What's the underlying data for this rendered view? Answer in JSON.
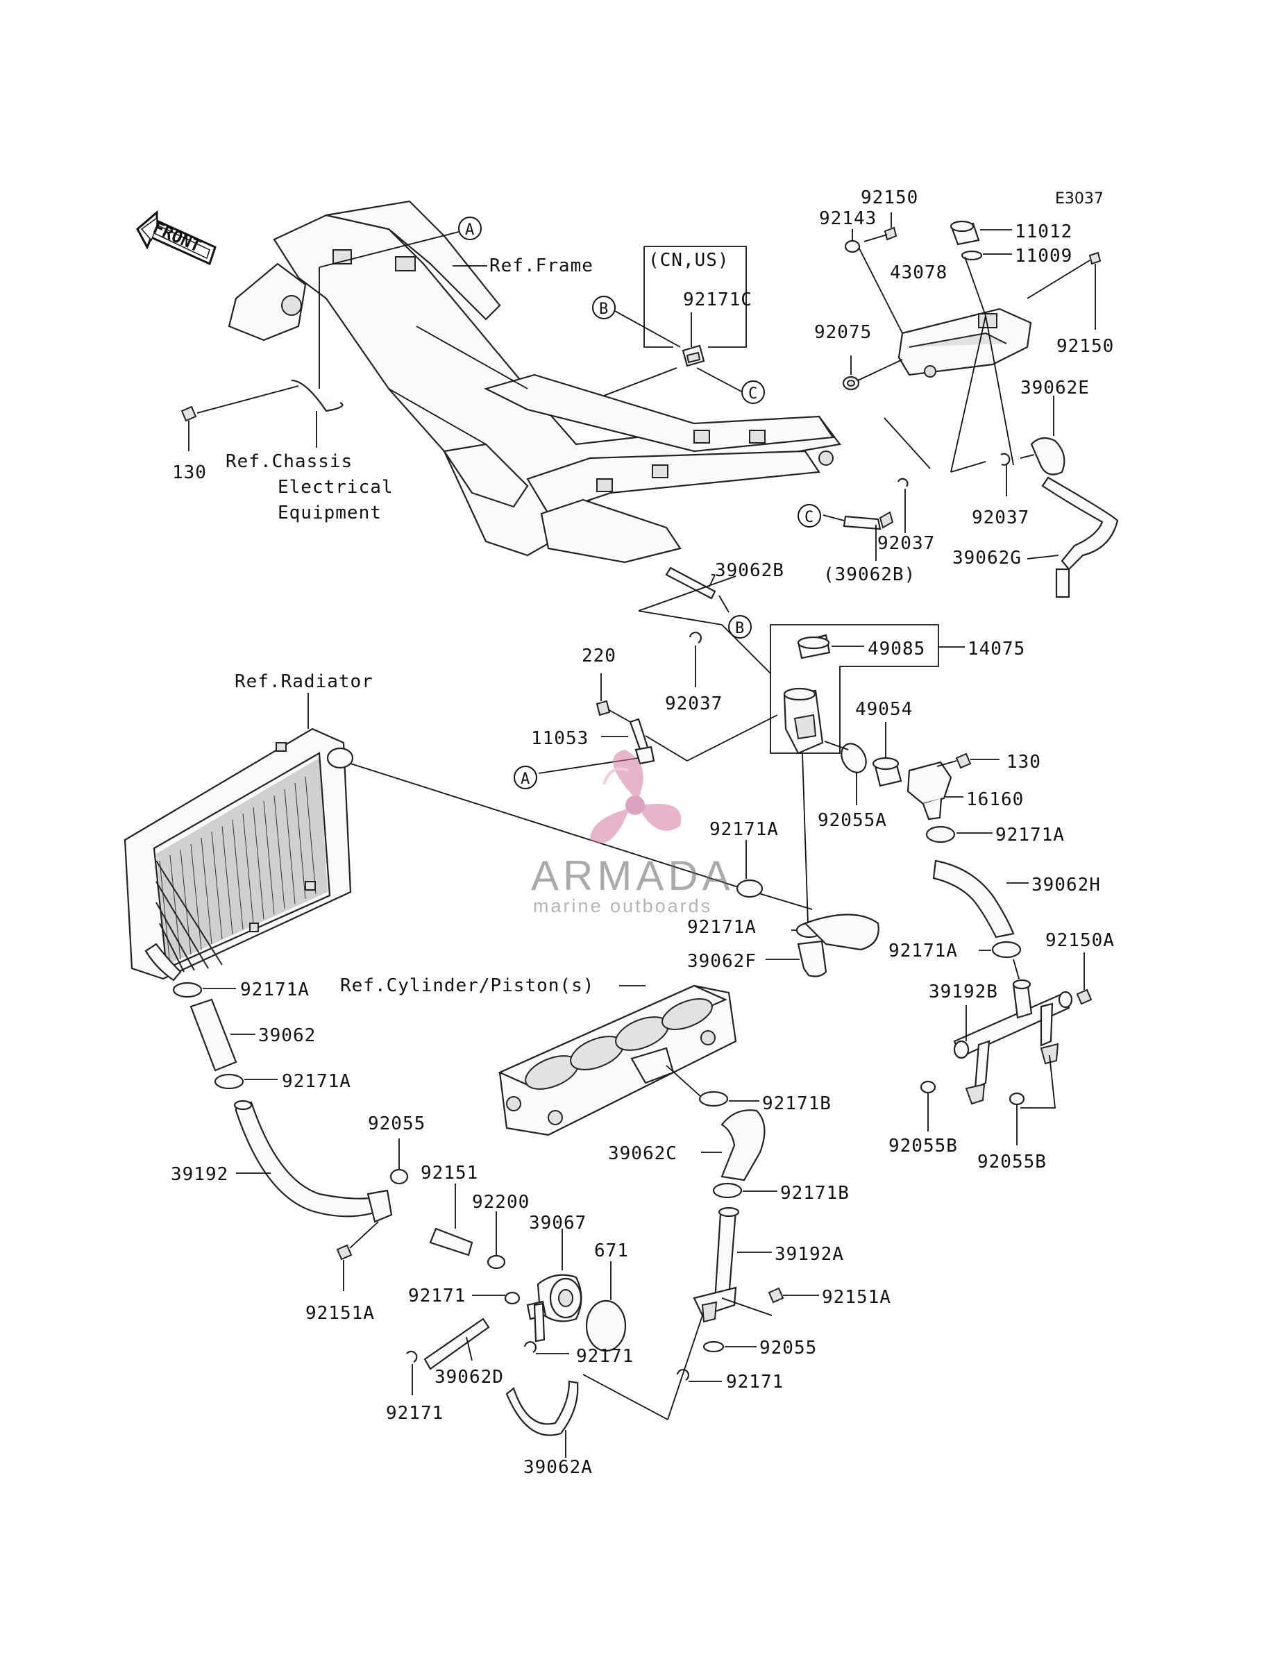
{
  "diagram": {
    "code": "E3037"
  },
  "front_arrow": {
    "label": "FRONT"
  },
  "region_note": "(CN,US)",
  "refs": {
    "frame": "Ref.Frame",
    "chassis_line1": "Ref.Chassis",
    "chassis_line2": "Electrical",
    "chassis_line3": "Equipment",
    "radiator": "Ref.Radiator",
    "cylinder": "Ref.Cylinder/Piston(s)"
  },
  "markers": {
    "a": "A",
    "b": "B",
    "c": "C"
  },
  "watermark": {
    "brand": "ARMADA",
    "tagline": "marine outboards"
  },
  "part_labels": [
    {
      "text": "92150"
    },
    {
      "text": "92143"
    },
    {
      "text": "11012"
    },
    {
      "text": "11009"
    },
    {
      "text": "43078"
    },
    {
      "text": "92171C"
    },
    {
      "text": "92075"
    },
    {
      "text": "92150"
    },
    {
      "text": "39062E"
    },
    {
      "text": "130"
    },
    {
      "text": "92037"
    },
    {
      "text": "92037"
    },
    {
      "text": "(39062B)"
    },
    {
      "text": "39062G"
    },
    {
      "text": "39062B"
    },
    {
      "text": "220"
    },
    {
      "text": "49085"
    },
    {
      "text": "14075"
    },
    {
      "text": "92037"
    },
    {
      "text": "49054"
    },
    {
      "text": "11053"
    },
    {
      "text": "130"
    },
    {
      "text": "16160"
    },
    {
      "text": "92055A"
    },
    {
      "text": "92171A"
    },
    {
      "text": "92171A"
    },
    {
      "text": "39062H"
    },
    {
      "text": "92171A"
    },
    {
      "text": "39062F"
    },
    {
      "text": "92171A"
    },
    {
      "text": "92150A"
    },
    {
      "text": "92171A"
    },
    {
      "text": "39192B"
    },
    {
      "text": "39062"
    },
    {
      "text": "92171A"
    },
    {
      "text": "92171B"
    },
    {
      "text": "92055"
    },
    {
      "text": "92055B"
    },
    {
      "text": "92055B"
    },
    {
      "text": "39062C"
    },
    {
      "text": "92151"
    },
    {
      "text": "39192"
    },
    {
      "text": "92171B"
    },
    {
      "text": "92200"
    },
    {
      "text": "39067"
    },
    {
      "text": "39192A"
    },
    {
      "text": "671"
    },
    {
      "text": "92171"
    },
    {
      "text": "92151A"
    },
    {
      "text": "92151A"
    },
    {
      "text": "92055"
    },
    {
      "text": "92171"
    },
    {
      "text": "92171"
    },
    {
      "text": "39062D"
    },
    {
      "text": "92171"
    },
    {
      "text": "39062A"
    }
  ]
}
